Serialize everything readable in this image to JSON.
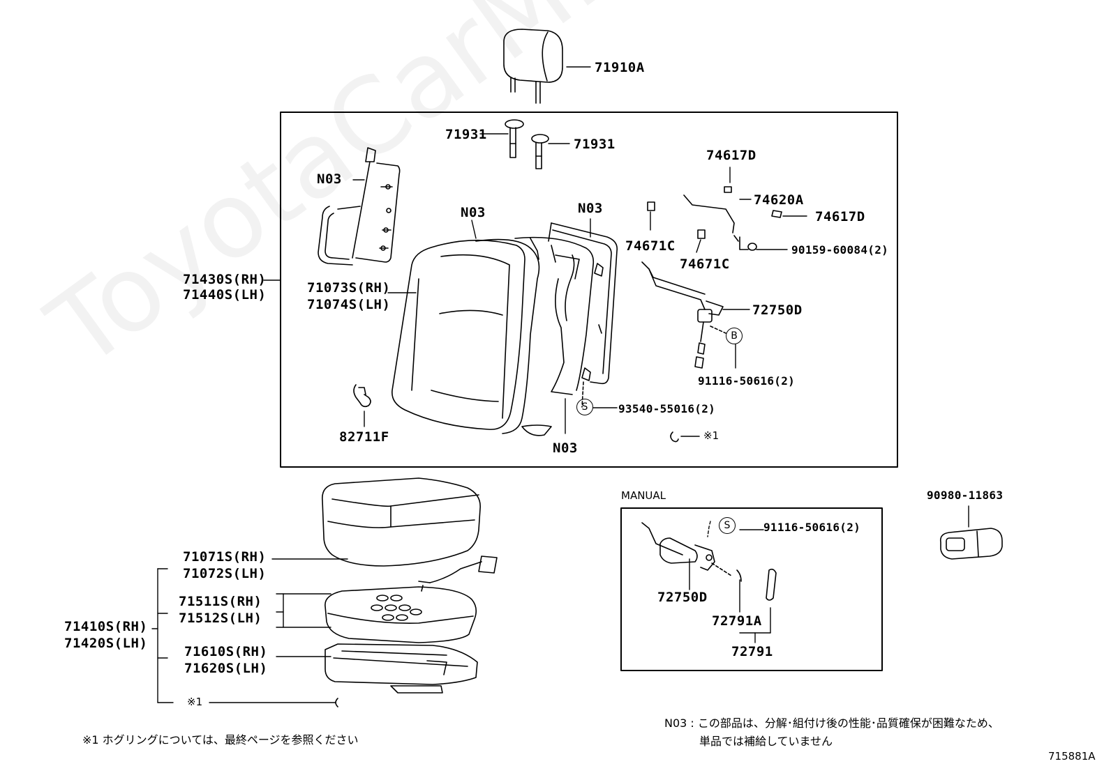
{
  "watermark": "ToyotaCarMine.ru",
  "labels": {
    "headrest": "71910A",
    "support_a": "71931",
    "support_b": "71931",
    "n03_frame_left": "N03",
    "n03_pad": "N03",
    "n03_frame_right": "N03",
    "n03_bottom": "N03",
    "back_assy_rh": "71430S(RH)",
    "back_assy_lh": "71440S(LH)",
    "back_cover_rh": "71073S(RH)",
    "back_cover_lh": "71074S(LH)",
    "clip": "82711F",
    "bracket_a1": "74617D",
    "bracket_plate": "74620A",
    "bracket_a2": "74617D",
    "clip_c1": "74671C",
    "clip_c2": "74671C",
    "screw_top": "90159-60084(2)",
    "recliner": "72750D",
    "bolt_b": "91116-50616(2)",
    "bolt_s": "93540-55016(2)",
    "hog_ring_ref": "※1",
    "cushion_cover_rh": "71071S(RH)",
    "cushion_cover_lh": "71072S(LH)",
    "cushion_pad_rh": "71511S(RH)",
    "cushion_pad_lh": "71512S(LH)",
    "cushion_assy_rh": "71410S(RH)",
    "cushion_assy_lh": "71420S(LH)",
    "frame_rh": "71610S(RH)",
    "frame_lh": "71620S(LH)",
    "hog_ring_ref2": "※1",
    "manual_title": "MANUAL",
    "manual_bolt": "91116-50616(2)",
    "manual_recliner": "72750D",
    "manual_lever_knob": "72791A",
    "manual_lever": "72791",
    "connector": "90980-11863",
    "circle_b": "B",
    "circle_s1": "S",
    "circle_s2": "S"
  },
  "notes": {
    "hog_ring": "※1  ホグリングについては、最終ページを参照ください",
    "n03_line1": "N03 : この部品は、分解･組付け後の性能･品質確保が困難なため、",
    "n03_line2": "単品では補給していません",
    "figure_id": "715881A"
  }
}
